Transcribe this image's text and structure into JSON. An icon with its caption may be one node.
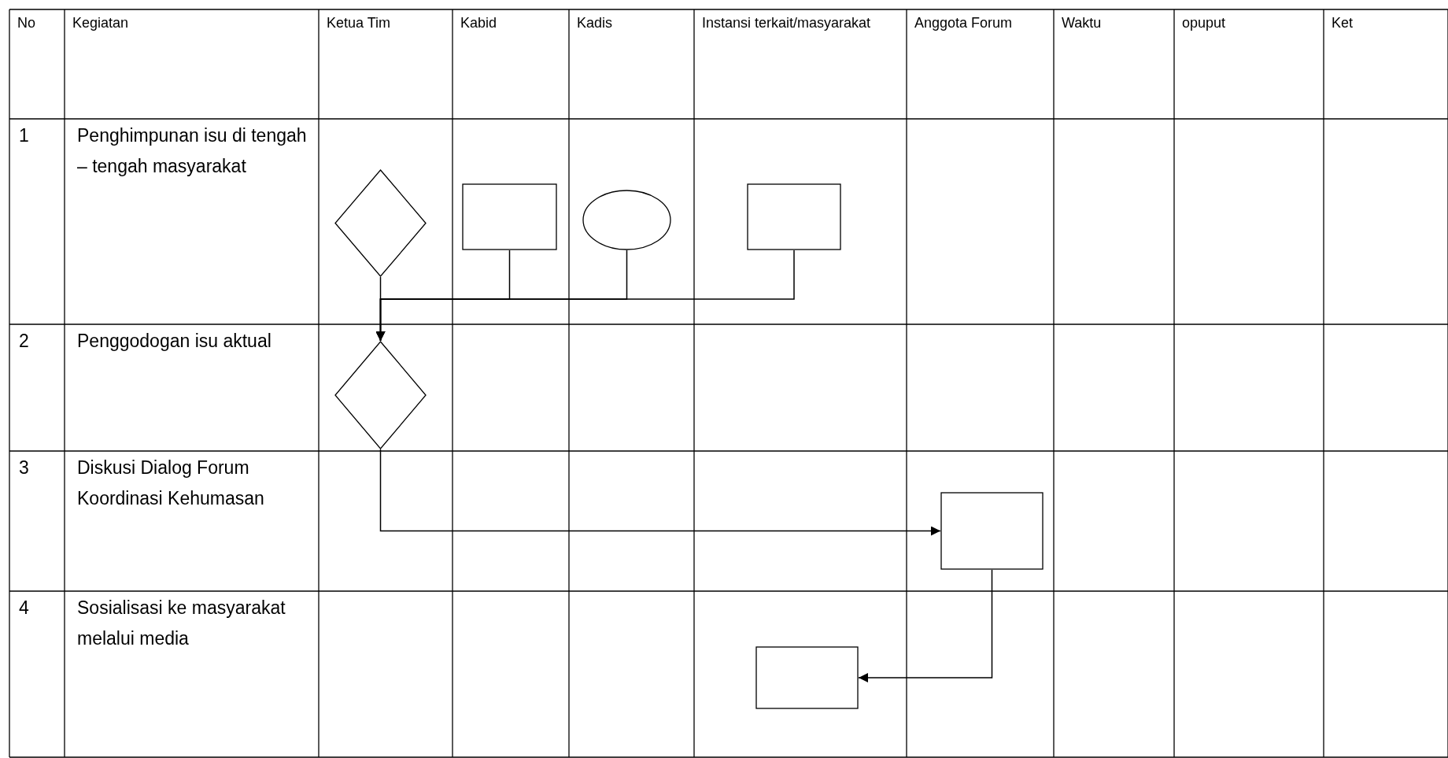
{
  "diagram": {
    "nodes": [
      {
        "text": [],
        "shape": "diamond"
      },
      {
        "text": [],
        "shape": "box"
      },
      {
        "text": [],
        "shape": "circle"
      },
      {
        "text": [],
        "shape": "box"
      },
      {
        "text": [],
        "shape": "diamond"
      },
      {
        "text": [],
        "shape": "box"
      },
      {
        "text": [],
        "shape": "box"
      }
    ],
    "edges": [
      {
        "from": 0,
        "to": 4,
        "arrow": "to"
      },
      {
        "from": 1,
        "to": 4,
        "arrow": "to"
      },
      {
        "from": 2,
        "to": 4,
        "arrow": "to"
      },
      {
        "from": 3,
        "to": 4,
        "arrow": "to"
      },
      {
        "from": 4,
        "to": 5,
        "arrow": "to"
      },
      {
        "from": 5,
        "to": 6,
        "arrow": "to"
      }
    ],
    "labels": [
      "No",
      "Kegiatan",
      "Ketua Tim",
      "Kabid",
      "Kadis",
      "Instansi terkait/masyarakat",
      "Anggota Forum",
      "Waktu",
      "opuput",
      "Ket",
      "1",
      "Penghimpunan isu di tengah – tengah masyarakat",
      "2",
      "Penggodogan isu aktual",
      "3",
      "Diskusi Dialog Forum Koordinasi Kehumasan",
      "4",
      "Sosialisasi ke masyarakat melalui media"
    ]
  }
}
